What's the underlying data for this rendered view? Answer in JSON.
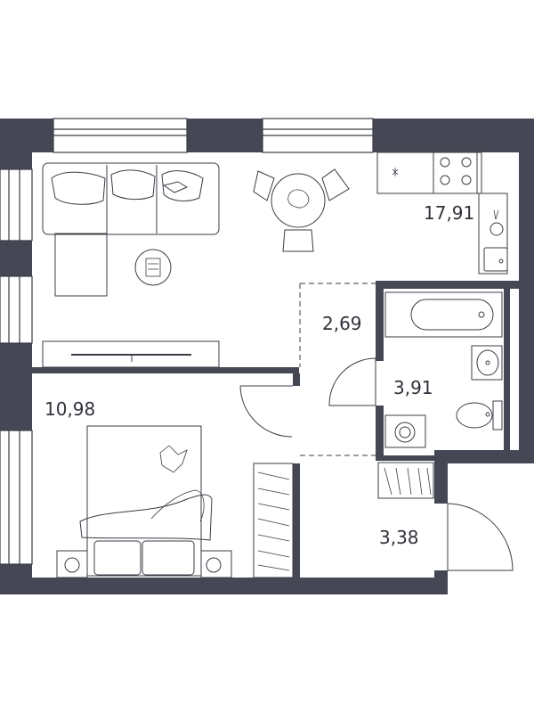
{
  "colors": {
    "wall": "#454854",
    "line": "#3a3d45",
    "text": "#2f323a",
    "background": "#ffffff"
  },
  "rooms": [
    {
      "id": "kitchen-living",
      "area": "17,91"
    },
    {
      "id": "hallway",
      "area": "2,69"
    },
    {
      "id": "bathroom",
      "area": "3,91"
    },
    {
      "id": "bedroom",
      "area": "10,98"
    },
    {
      "id": "entrance",
      "area": "3,38"
    }
  ]
}
